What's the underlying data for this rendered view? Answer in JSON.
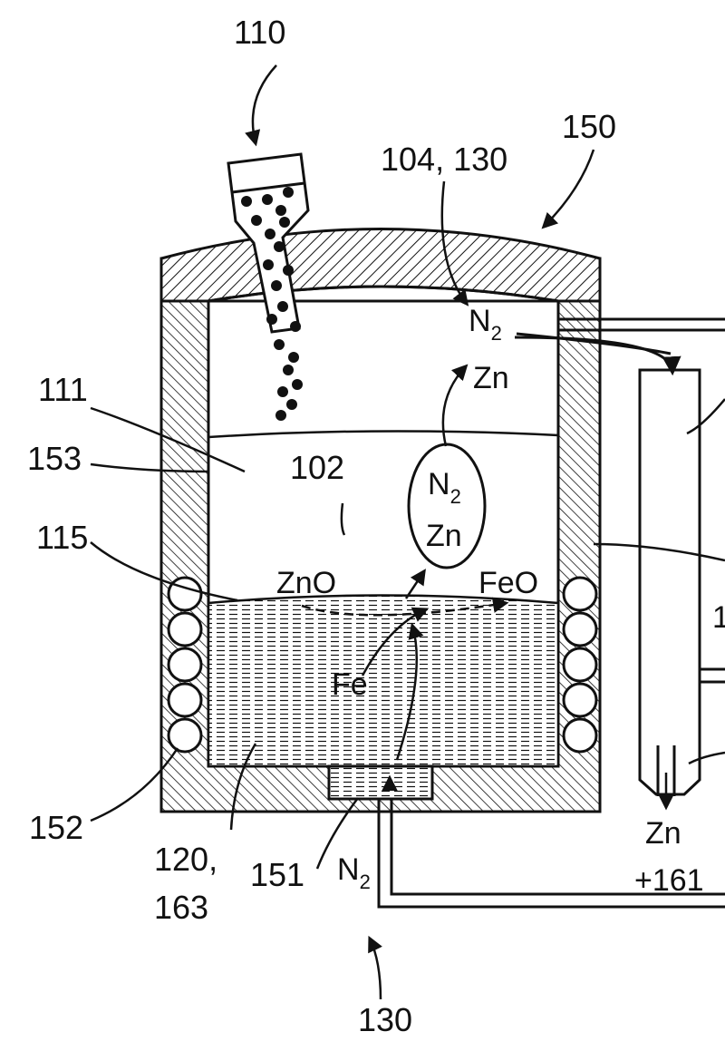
{
  "labels": {
    "feeder": "110",
    "gas_outlet": "104, 130",
    "lid": "150",
    "chamber": "111",
    "wall": "153",
    "reaction_zone": "102",
    "surface": "115",
    "coil": "152",
    "melt_a": "120,",
    "melt_b": "163",
    "bottom_inlet": "151",
    "gas_inlet": "130"
  },
  "species": {
    "n_main": "N",
    "n_sub": "2",
    "zn": "Zn",
    "zno": "ZnO",
    "feo": "FeO",
    "fe": "Fe",
    "zn_product": "Zn",
    "product_suffix": "+161",
    "partial_1": "1"
  },
  "colors": {
    "stroke": "#111111",
    "background": "#ffffff"
  }
}
